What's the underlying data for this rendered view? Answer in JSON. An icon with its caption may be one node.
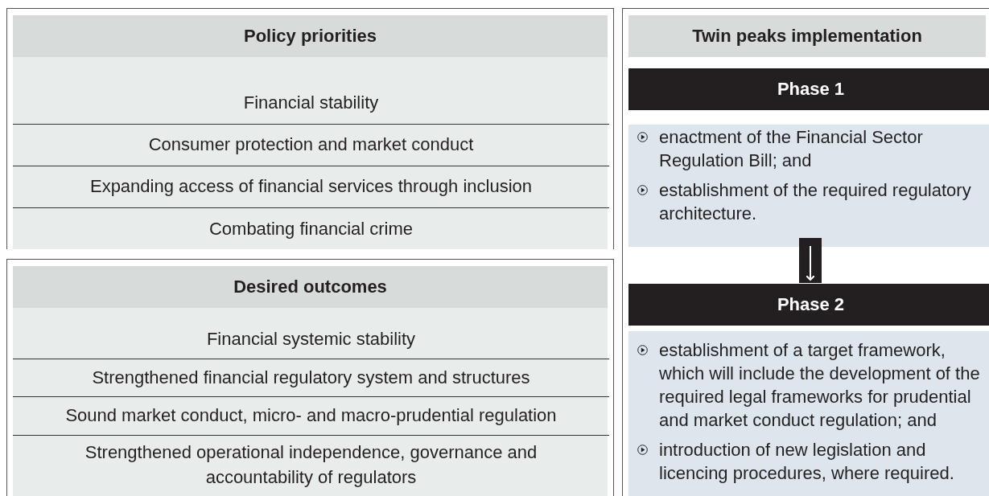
{
  "diagram": {
    "nodes": [
      {
        "text": [
          "Policy priorities"
        ]
      },
      {
        "text": [
          "Financial stability"
        ],
        "in": 0
      },
      {
        "text": [
          "Consumer protection and market conduct"
        ],
        "in": 0
      },
      {
        "text": [
          "Expanding access of financial services through inclusion"
        ],
        "in": 0
      },
      {
        "text": [
          "Combating financial crime"
        ],
        "in": 0
      },
      {
        "text": [
          "Desired outcomes"
        ]
      },
      {
        "text": [
          "Financial systemic stability"
        ],
        "in": 5
      },
      {
        "text": [
          "Strengthened financial regulatory system and structures"
        ],
        "in": 5
      },
      {
        "text": [
          "Sound market conduct, micro- and macro-prudential regulation"
        ],
        "in": 5
      },
      {
        "text": [
          "Strengthened operational independence, governance and accountability of regulators"
        ],
        "in": 5
      },
      {
        "text": [
          "Twin peaks implementation"
        ]
      },
      {
        "text": [
          "Phase 1",
          "enactment of the Financial Sector Regulation Bill; and",
          "establishment of the required regulatory architecture."
        ],
        "in": 10
      },
      {
        "text": [
          "Phase 2",
          "establishment of a target framework, which will include the development of the required legal frameworks for prudential and market conduct regulation; and",
          "introduction of new legislation and licencing procedures, where required."
        ],
        "in": 10
      }
    ],
    "edges": [
      {
        "from": 11,
        "to": 12,
        "arrow": "to"
      }
    ]
  }
}
